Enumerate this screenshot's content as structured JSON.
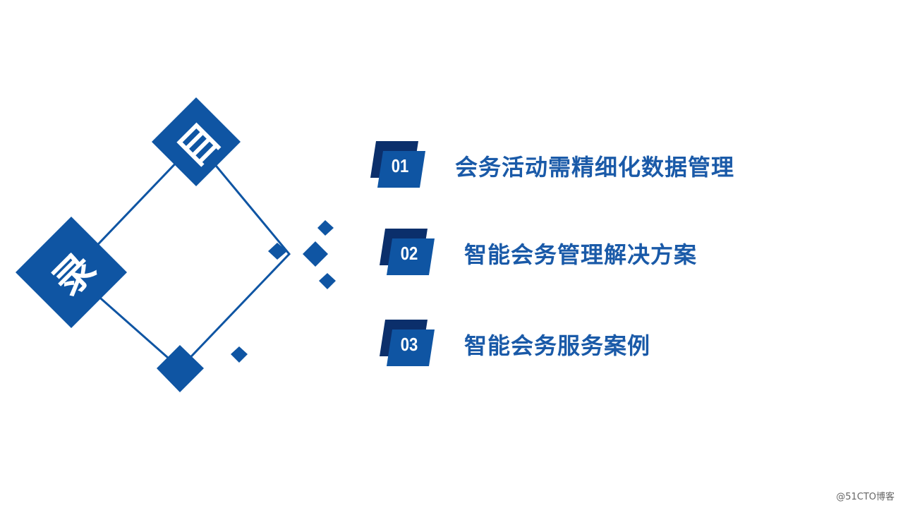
{
  "heading": {
    "char_top": "目",
    "char_left": "录"
  },
  "items": [
    {
      "number": "01",
      "title": "会务活动需精细化数据管理"
    },
    {
      "number": "02",
      "title": "智能会务管理解决方案"
    },
    {
      "number": "03",
      "title": "智能会务服务案例"
    }
  ],
  "watermark": "@51CTO博客",
  "colors": {
    "primary": "#0f55a3",
    "dark": "#0b2f6b",
    "text": "#1a5aa8",
    "background": "#ffffff"
  }
}
